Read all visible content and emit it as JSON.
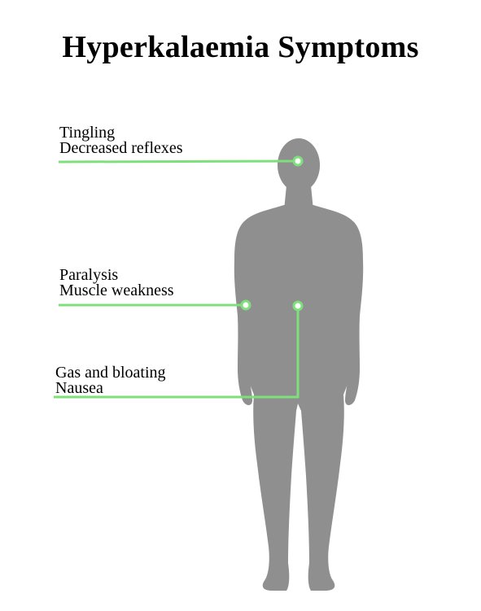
{
  "title": "Hyperkalaemia Symptoms",
  "colors": {
    "figure": "#8f8f8f",
    "line": "#7de07a",
    "dot_fill": "#ffffff",
    "background": "#ffffff"
  },
  "callouts": [
    {
      "lines": [
        "Tingling",
        "Decreased reflexes"
      ],
      "target": "head"
    },
    {
      "lines": [
        "Paralysis",
        "Muscle weakness"
      ],
      "target": "arm"
    },
    {
      "lines": [
        "Gas and bloating",
        "Nausea"
      ],
      "target": "abdomen"
    }
  ]
}
